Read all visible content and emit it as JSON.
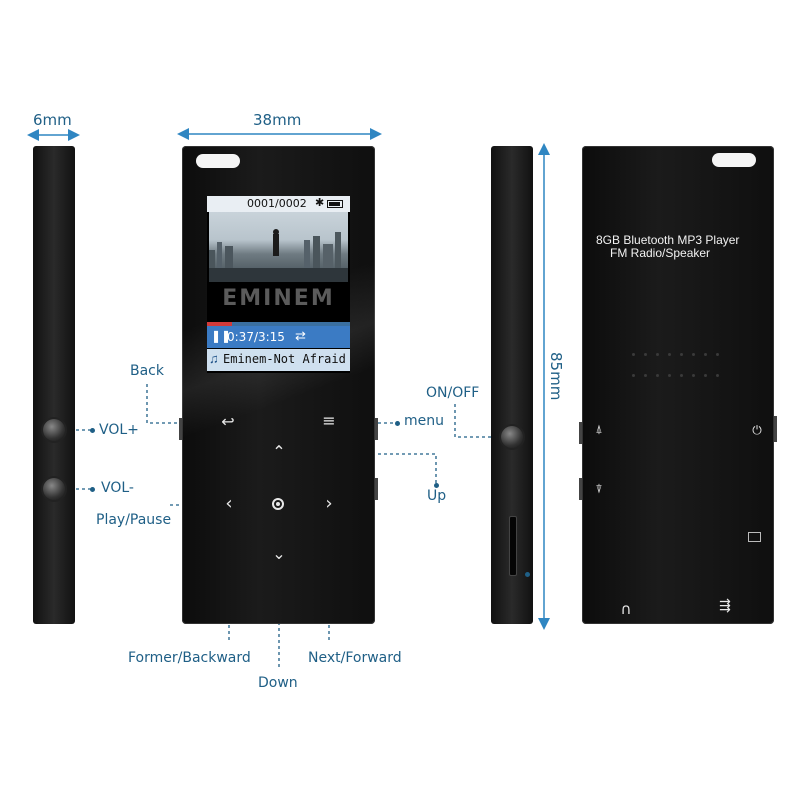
{
  "dimensions": {
    "thickness": "6mm",
    "width": "38mm",
    "height": "85mm"
  },
  "screen": {
    "track_counter": "0001/0002",
    "album_title": "EMINEM",
    "time": "0:37/3:15",
    "song": "Eminem-Not Afraid"
  },
  "back_panel": {
    "product_line1": "8GB Bluetooth MP3 Player",
    "product_line2": "FM Radio/Speaker"
  },
  "callouts": {
    "back": "Back",
    "vol_plus": "VOL+",
    "vol_minus": "VOL-",
    "menu": "menu",
    "up": "Up",
    "play_pause": "Play/Pause",
    "former": "Former/Backward",
    "next": "Next/Forward",
    "down": "Down",
    "on_off": "ON/OFF"
  },
  "colors": {
    "accent": "#1f5f86",
    "device": "#111111"
  }
}
